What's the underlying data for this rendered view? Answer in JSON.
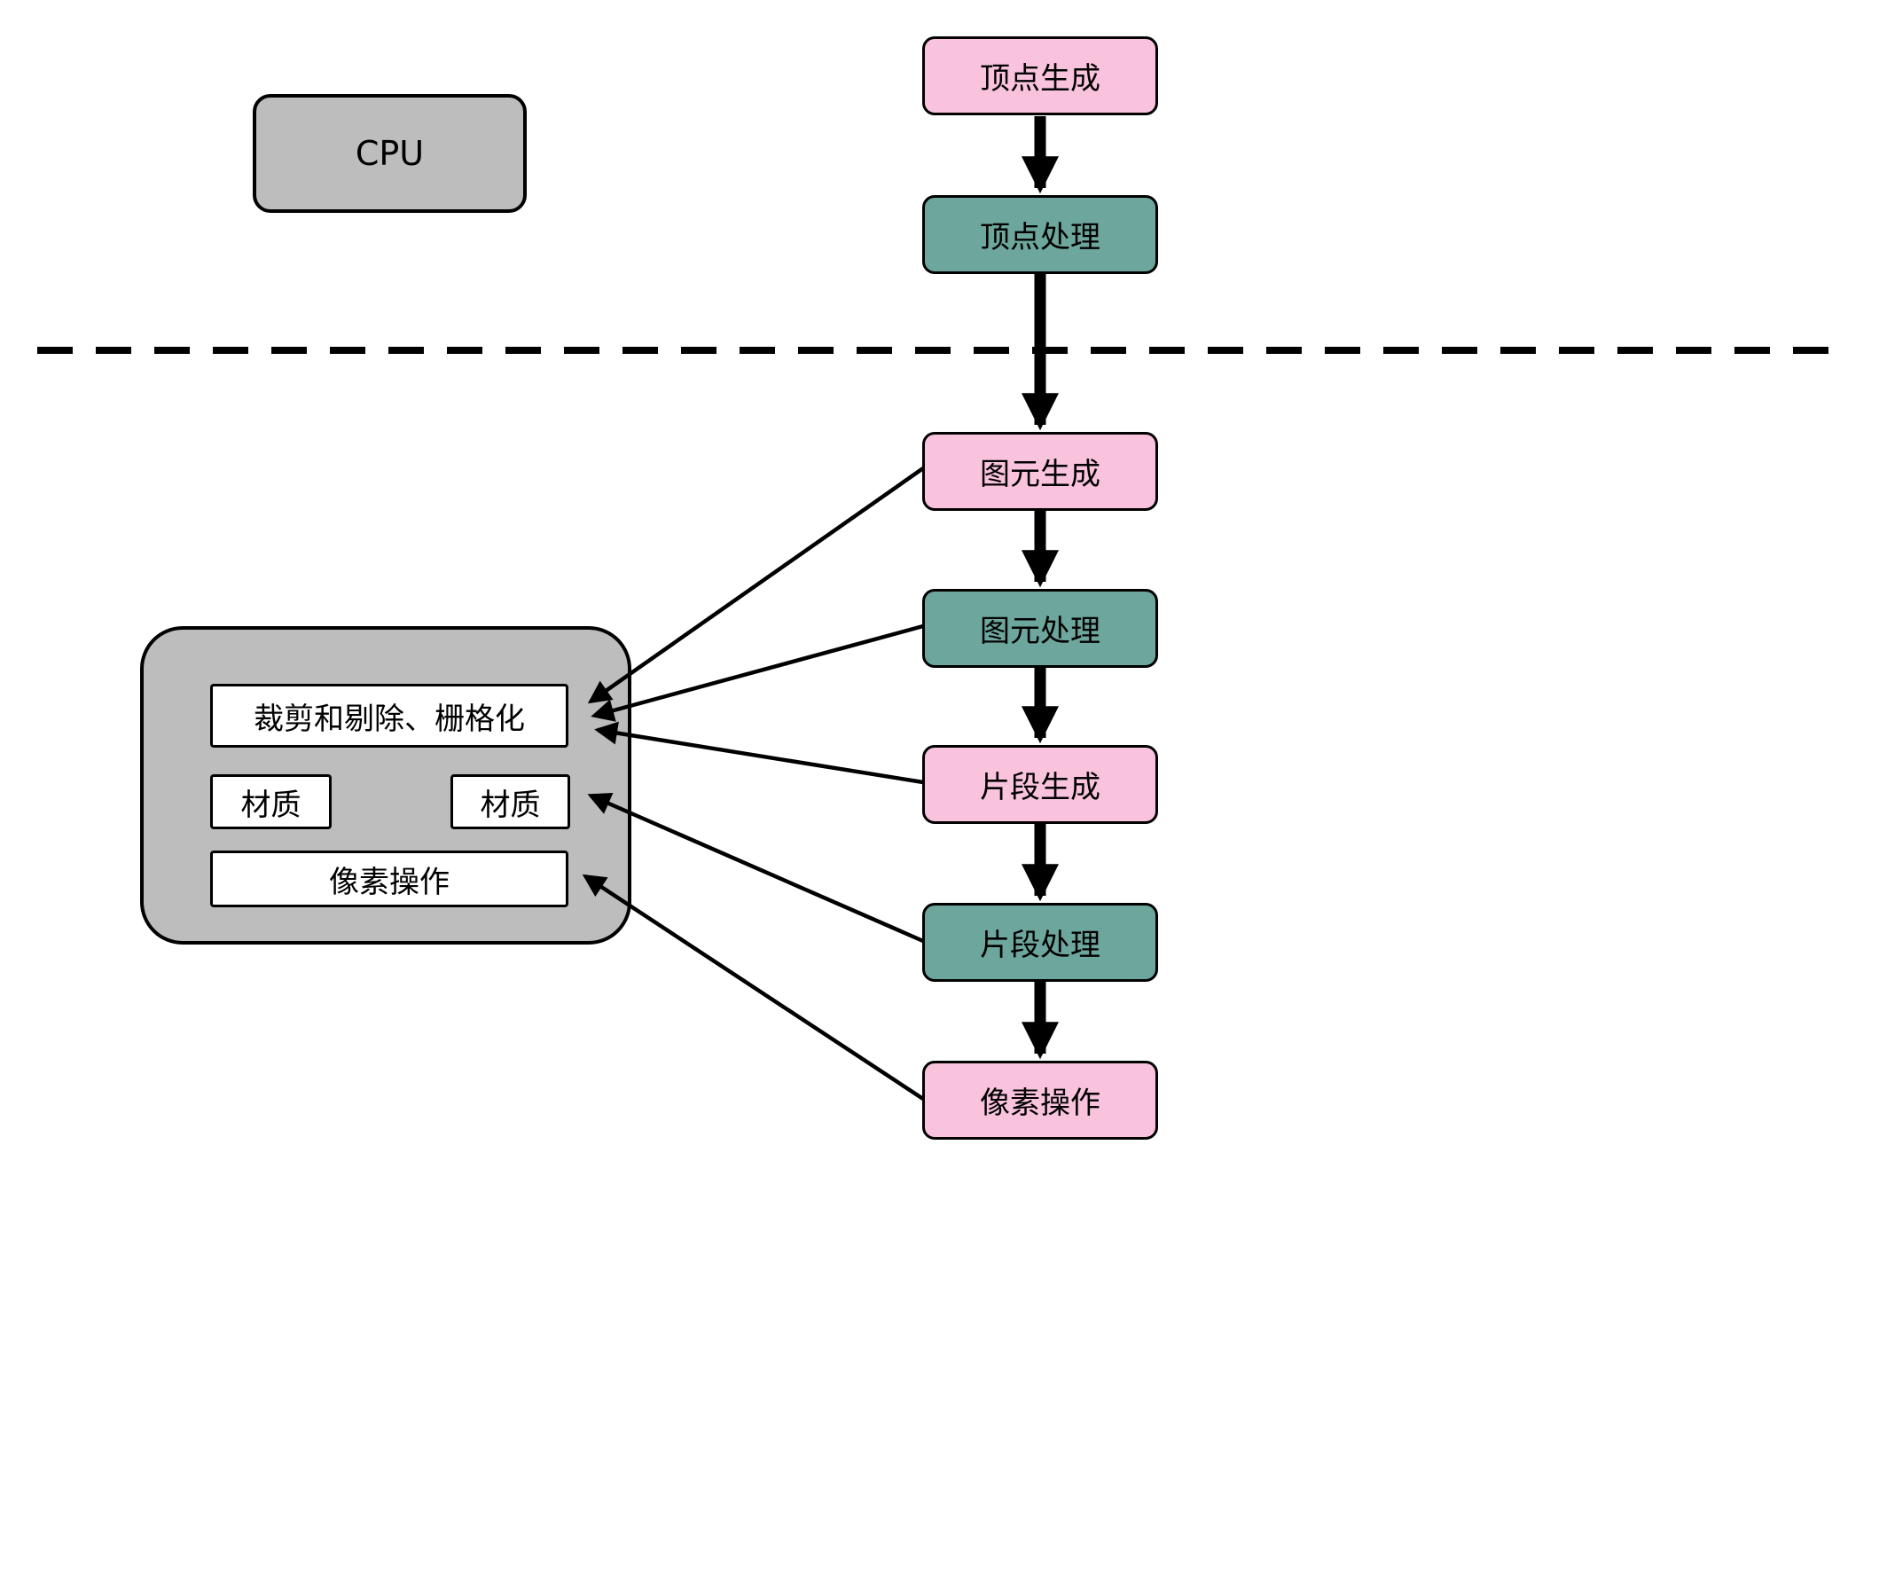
{
  "diagram": {
    "cpu_label": "CPU",
    "pipeline": [
      {
        "label": "顶点生成",
        "color": "pink"
      },
      {
        "label": "顶点处理",
        "color": "teal"
      },
      {
        "label": "图元生成",
        "color": "pink"
      },
      {
        "label": "图元处理",
        "color": "teal"
      },
      {
        "label": "片段生成",
        "color": "pink"
      },
      {
        "label": "片段处理",
        "color": "teal"
      },
      {
        "label": "像素操作",
        "color": "pink"
      }
    ],
    "gpu_container": {
      "clip_cull_rasterize_label": "裁剪和剔除、栅格化",
      "texture_left_label": "材质",
      "texture_right_label": "材质",
      "pixel_ops_label": "像素操作"
    },
    "colors": {
      "pink": "#f9c3de",
      "teal": "#6da69c",
      "gray": "#bdbdbd",
      "arrow": "#000000"
    }
  }
}
